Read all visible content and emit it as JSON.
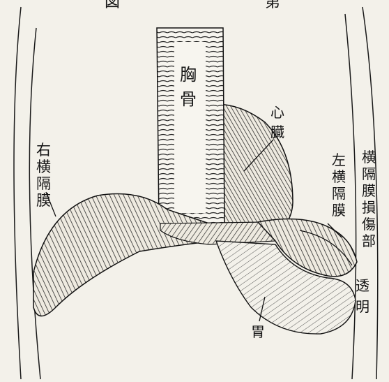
{
  "header": {
    "left_char": "図",
    "right_char": "第"
  },
  "labels": {
    "sternum": [
      "胸",
      "骨"
    ],
    "heart": [
      "心",
      "臓"
    ],
    "right_diaphragm": [
      "右",
      "横",
      "隔",
      "膜"
    ],
    "left_diaphragm": [
      "左",
      "横",
      "隔",
      "膜"
    ],
    "stomach": [
      "胃"
    ],
    "injury_site": [
      "横",
      "隔",
      "膜",
      "損",
      "傷",
      "部"
    ],
    "transparent": "透",
    "bright": "明"
  }
}
